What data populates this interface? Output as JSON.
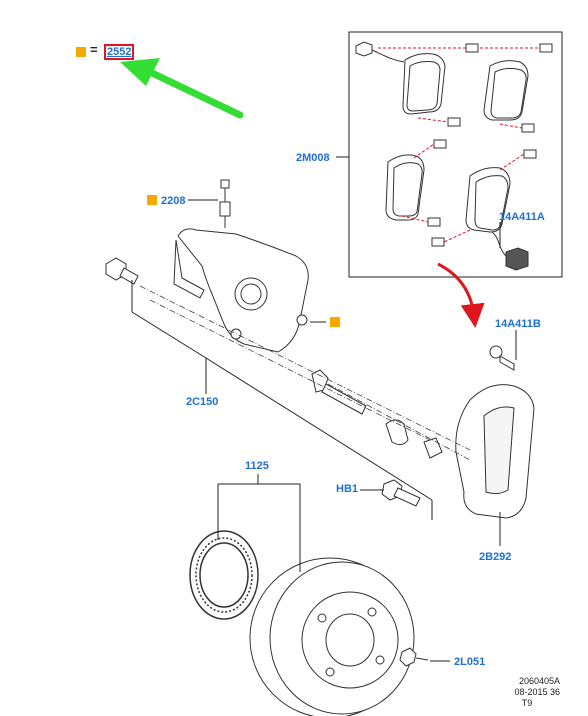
{
  "legend": {
    "equals": "=",
    "reference": "2552",
    "square_color": "#f6a800"
  },
  "colors": {
    "label": "#1f6fd1",
    "highlight": "#e0161e",
    "pointer": "#33dd33",
    "square": "#f6a800",
    "line": "#222222"
  },
  "parts": {
    "p2208": "2208",
    "p2M008": "2M008",
    "p14A411A": "14A411A",
    "p14A411B": "14A411B",
    "p2C150": "2C150",
    "p1125": "1125",
    "pHB1": "HB1",
    "p2B292": "2B292",
    "p2L051": "2L051"
  },
  "doc": {
    "code": "2060405A",
    "date": "08-2015 36",
    "rev": "T9"
  },
  "icons": {
    "pointer": "green-arrow-icon",
    "callout": "red-curved-arrow-icon",
    "flag": "orange-square-icon"
  }
}
